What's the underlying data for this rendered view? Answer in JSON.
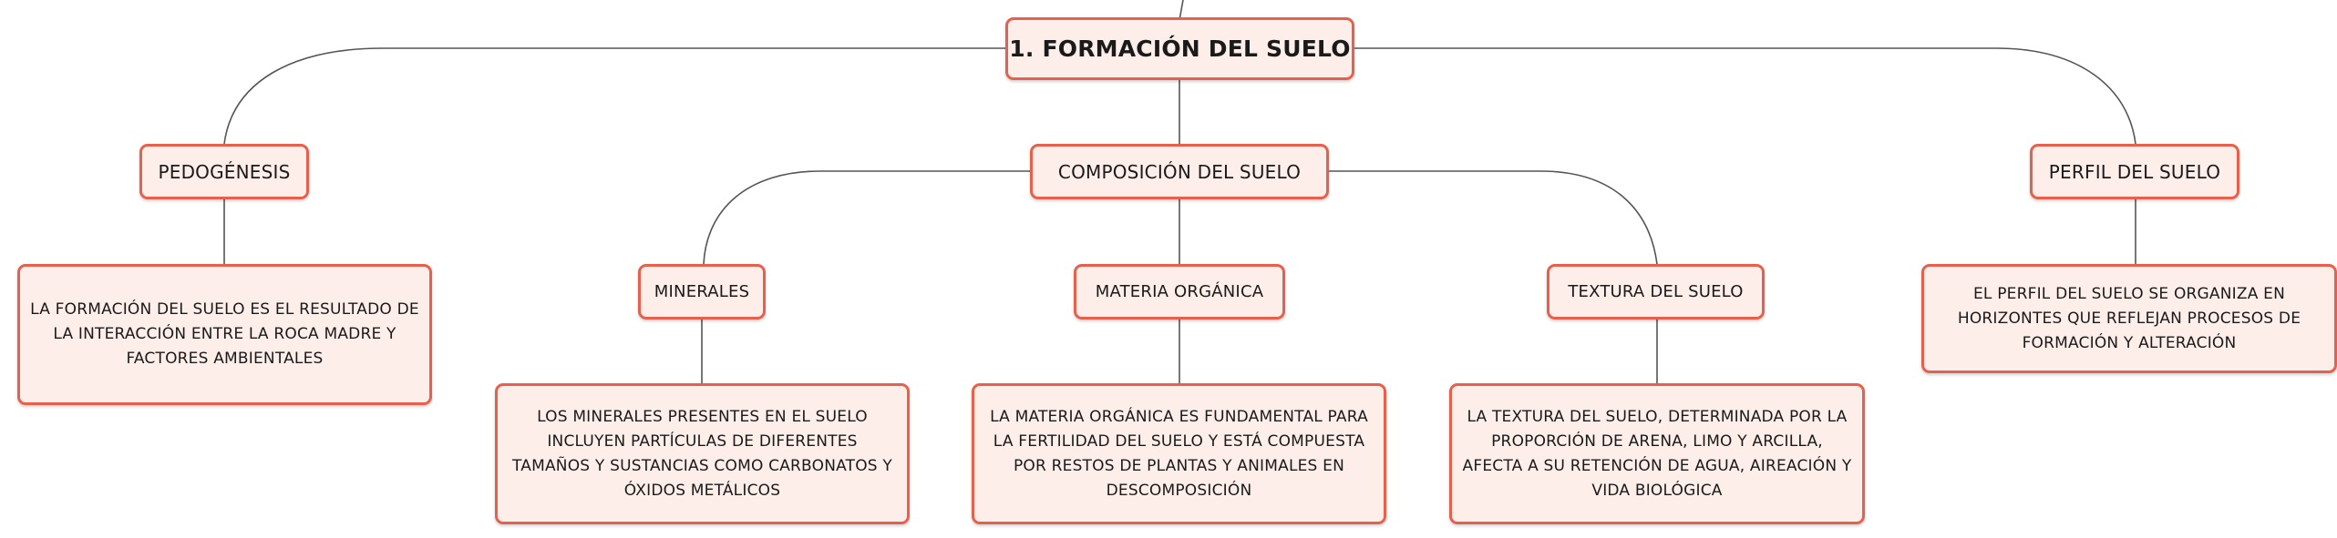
{
  "root": {
    "label": "1. FORMACIÓN DEL SUELO"
  },
  "branches": {
    "pedogenesis": {
      "label": "PEDOGÉNESIS",
      "text": "LA FORMACIÓN DEL SUELO ES EL RESULTADO DE LA INTERACCIÓN ENTRE LA ROCA MADRE Y FACTORES AMBIENTALES"
    },
    "composition": {
      "label": "COMPOSICIÓN DEL SUELO",
      "children": {
        "minerals": {
          "label": "MINERALES",
          "text": "LOS MINERALES PRESENTES EN EL SUELO INCLUYEN PARTÍCULAS DE DIFERENTES TAMAÑOS Y SUSTANCIAS COMO CARBONATOS Y ÓXIDOS METÁLICOS"
        },
        "organic": {
          "label": "MATERIA ORGÁNICA",
          "text": "LA MATERIA ORGÁNICA ES FUNDAMENTAL PARA LA FERTILIDAD DEL SUELO Y ESTÁ COMPUESTA POR RESTOS DE PLANTAS Y ANIMALES EN DESCOMPOSICIÓN"
        },
        "texture": {
          "label": "TEXTURA DEL SUELO",
          "text": "LA TEXTURA DEL SUELO, DETERMINADA POR LA PROPORCIÓN DE ARENA, LIMO Y ARCILLA, AFECTA A SU RETENCIÓN DE AGUA, AIREACIÓN Y VIDA BIOLÓGICA"
        }
      }
    },
    "profile": {
      "label": "PERFIL DEL SUELO",
      "text": "EL PERFIL DEL SUELO SE ORGANIZA EN HORIZONTES QUE REFLEJAN PROCESOS DE FORMACIÓN Y ALTERACIÓN"
    }
  },
  "colors": {
    "node_fill": "#fdeeea",
    "node_border": "#e8604c",
    "connector": "#555555"
  }
}
